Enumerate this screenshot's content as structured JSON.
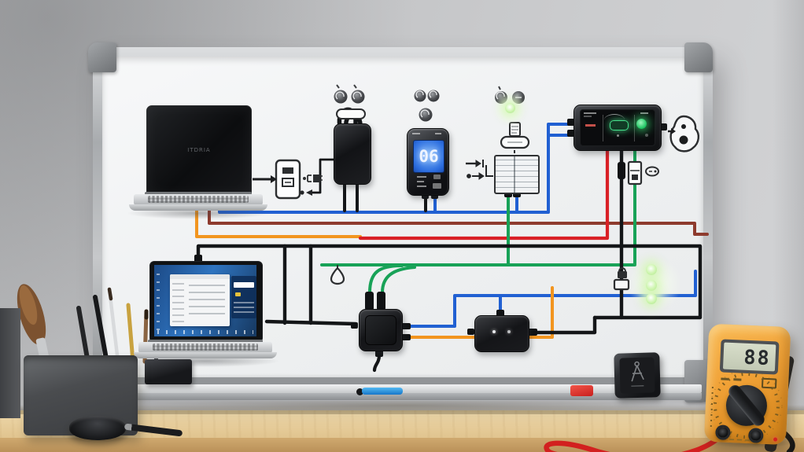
{
  "scene": {
    "type": "photorealistic render",
    "description": "Whiteboard with a device-charging wiring diagram (laptops, chargers, hub, dashboard display) on a wooden desk against a gray wall",
    "wall": "light gray",
    "desk": "light wood"
  },
  "texts": {
    "battery_monitor_display": "06",
    "multimeter_display": "88",
    "laptop_top_screen": "ITDRIA"
  },
  "colors": {
    "wire_blue": "#2160d2",
    "wire_red": "#d92026",
    "wire_dark_red": "#8e3b2e",
    "wire_orange": "#f2951f",
    "wire_green": "#18a257",
    "wire_black": "#141618",
    "led_green": "#bff2a6",
    "dashboard_led": "#2ee26b",
    "multimeter_body": "#f0a136",
    "marker_blue": "#2f8fd8",
    "magnet_red": "#e03228"
  },
  "whiteboard": {
    "devices": [
      {
        "name": "laptop-top",
        "kind": "laptop with dark screen",
        "cables": [
          "orange",
          "red",
          "blue"
        ]
      },
      {
        "name": "usb-wall-plug-sketch",
        "kind": "drawn dual-port USB plug",
        "ports": 2
      },
      {
        "name": "dual-cable-charger",
        "kind": "black charger with two looped cables"
      },
      {
        "name": "battery-monitor",
        "kind": "handheld meter with blue LCD",
        "display": "06",
        "cables": [
          "black",
          "blue"
        ]
      },
      {
        "name": "power-grid-panel-sketch",
        "kind": "drawn grid box with two connectors",
        "cables": [
          "green",
          "blue"
        ]
      },
      {
        "name": "car-dashboard-display",
        "kind": "black display with glowing green car icon and green LED",
        "cables": [
          "red",
          "black",
          "green"
        ]
      },
      {
        "name": "socket-sketch",
        "kind": "drawn socket blob with two dots"
      },
      {
        "name": "laptop-bottom",
        "kind": "laptop showing blue desktop with white window"
      },
      {
        "name": "usb-hub",
        "kind": "black hub with two green input cables",
        "outputs": [
          "blue",
          "orange"
        ]
      },
      {
        "name": "power-adapter",
        "kind": "black adapter with two white LED dots"
      }
    ],
    "sketch_icons": [
      "dial-sphere x7",
      "usb-c-pill",
      "power-plug",
      "bell-tag",
      "fuse-card",
      "oval-badge",
      "padlock-card",
      "arrow-marks"
    ],
    "status_leds": {
      "top_single": 1,
      "right_column": 3,
      "color": "green glow"
    },
    "tray_items": [
      "black eraser",
      "blue marker",
      "red magnet",
      "black cube gadget"
    ]
  },
  "desk_items": [
    "dark pen cup with makeup brush and pens",
    "round black container",
    "black pen",
    "digital multimeter reading 88 with red probe lead and stand"
  ]
}
